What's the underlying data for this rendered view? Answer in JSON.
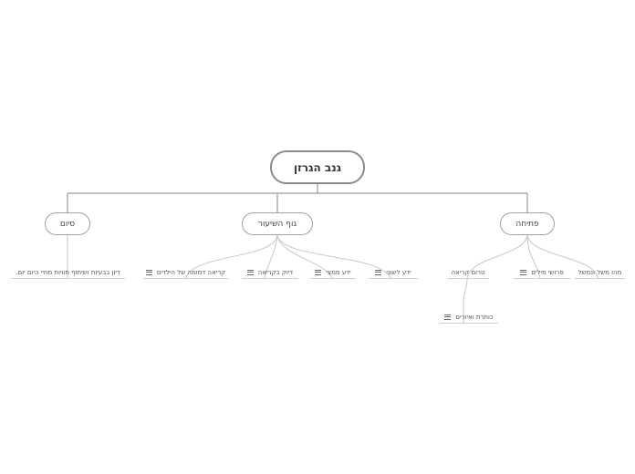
{
  "diagram": {
    "root": {
      "label": "גנב הגרזן"
    },
    "branches": {
      "end": {
        "label": "סיום"
      },
      "body": {
        "label": "גוף השיעור"
      },
      "open": {
        "label": "פתיחה"
      }
    },
    "leaves": {
      "end_discussion": {
        "label": "דיון בבעיות ושיתוף חוויות מחיי היום יום."
      },
      "body_reading": {
        "label": "קריאה דמומה של הילדים"
      },
      "body_fluent": {
        "label": "דיוק בקריאה"
      },
      "body_prior": {
        "label": "ידע ממצי"
      },
      "body_lang": {
        "label": "ידע לשוני"
      },
      "open_predict": {
        "label": "טרום קריאה"
      },
      "open_words": {
        "label": "פרושי מילים"
      },
      "open_parable": {
        "label": "מהו משל ונמשל"
      },
      "predict_titles": {
        "label": "כותרת ואיורים"
      }
    },
    "note_icon": "notes-icon",
    "colors": {
      "line": "#9a9a9a",
      "curve": "#c8c8c8",
      "node_border": "#8a8a8a"
    }
  }
}
